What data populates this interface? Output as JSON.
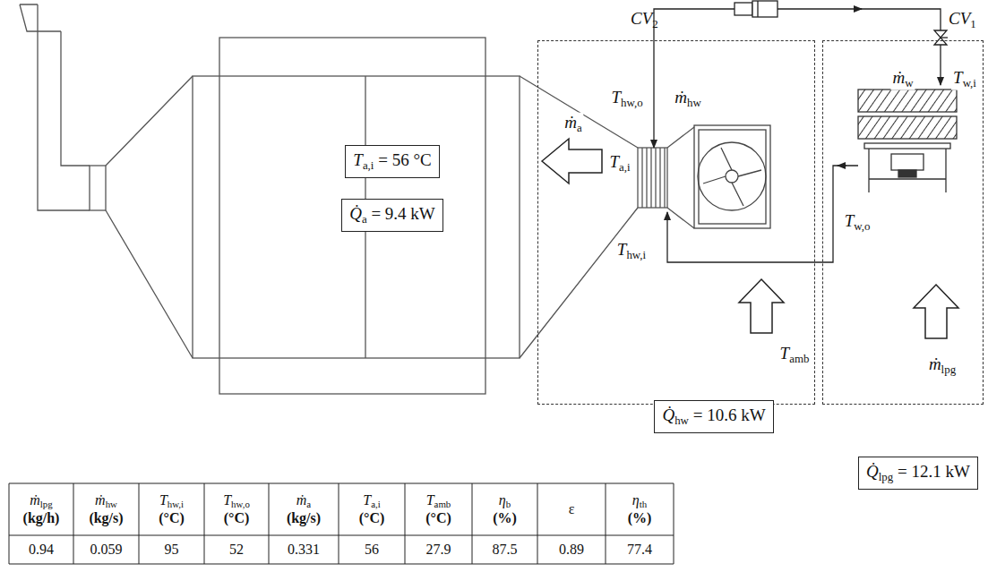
{
  "diagram": {
    "nodes": [
      {
        "text": [
          "CV2"
        ]
      },
      {
        "text": [
          "CV1"
        ]
      },
      {
        "text": [
          "Ta,i = 56 °C"
        ]
      },
      {
        "text": [
          "Q̇a = 9.4 kW"
        ]
      },
      {
        "text": [
          "Q̇hw = 10.6 kW"
        ]
      },
      {
        "text": [
          "Q̇lpg = 12.1 kW"
        ]
      }
    ],
    "labels": [
      "Thw,o",
      "ṁhw",
      "ṁw",
      "Tw,i",
      "ṁa",
      "Ta,i",
      "Thw,i",
      "Tw,o",
      "Tamb",
      "ṁlpg",
      "ṁlpg (kg/h)",
      "ṁhw (kg/s)",
      "Thw,i (°C)",
      "Thw,o (°C)",
      "ṁa (kg/s)",
      "Ta,i (°C)",
      "Tamb (°C)",
      "ηb (%)",
      "ε",
      "ηth (%)",
      "0.94",
      "0.059",
      "95",
      "52",
      "0.331",
      "56",
      "27.9",
      "87.5",
      "0.89",
      "77.4"
    ]
  }
}
